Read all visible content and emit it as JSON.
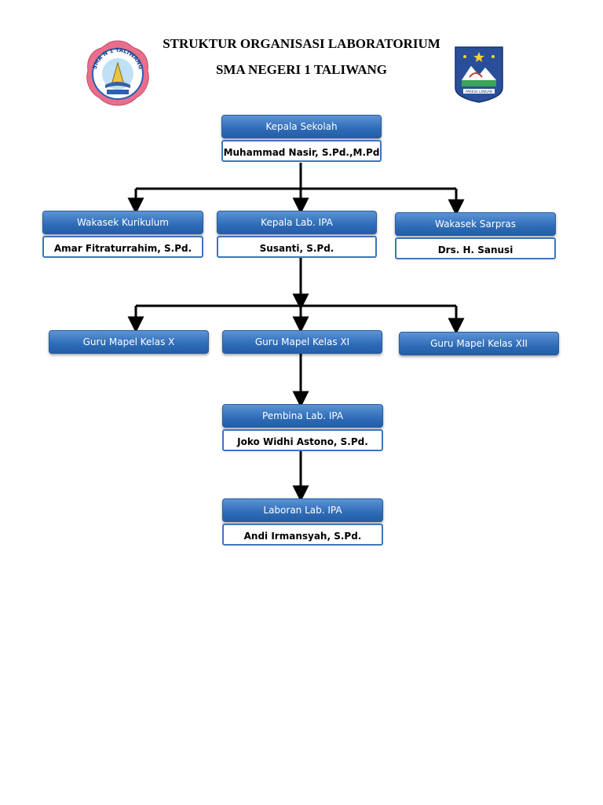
{
  "header": {
    "line1": "STRUKTUR ORGANISASI LABORATORIUM",
    "line2": "SMA NEGERI 1 TALIWANG",
    "left_logo": {
      "text": "SMA N 1 TALIWANG",
      "icon": "school-crest-icon"
    },
    "right_logo": {
      "icon": "regency-shield-icon",
      "motto": "PARESA LANGAN"
    }
  },
  "nodes": {
    "kepala_sekolah": {
      "title": "Kepala Sekolah",
      "name": "Muhammad Nasir, S.Pd.,M.Pd"
    },
    "wakasek_kurikulum": {
      "title": "Wakasek Kurikulum",
      "name": "Amar Fitraturrahim, S.Pd."
    },
    "kepala_lab": {
      "title": "Kepala Lab. IPA",
      "name": "Susanti, S.Pd."
    },
    "wakasek_sarpras": {
      "title": "Wakasek Sarpras",
      "name": "Drs. H. Sanusi"
    },
    "guru_x": {
      "title": "Guru Mapel Kelas X"
    },
    "guru_xi": {
      "title": "Guru Mapel Kelas XI"
    },
    "guru_xii": {
      "title": "Guru Mapel Kelas XII"
    },
    "pembina": {
      "title": "Pembina Lab. IPA",
      "name": "Joko Widhi Astono, S.Pd."
    },
    "laboran": {
      "title": "Laboran Lab. IPA",
      "name": "Andi Irmansyah, S.Pd."
    }
  },
  "colors": {
    "header_blue": "#2f6cb7",
    "border_blue": "#3d74bd",
    "connector": "#000000"
  }
}
